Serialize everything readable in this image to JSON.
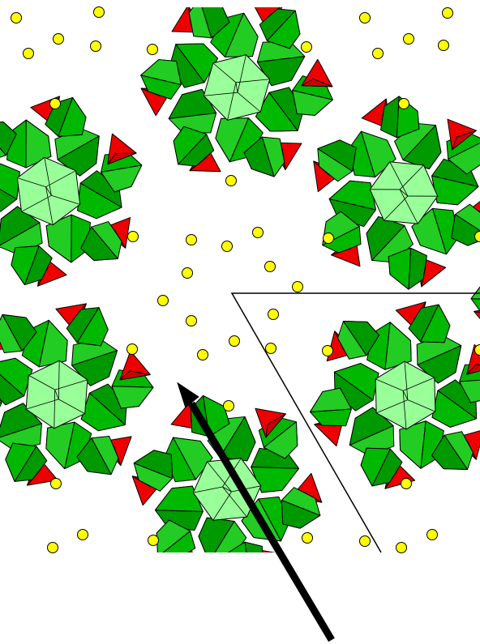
{
  "figure": {
    "colors": {
      "background": "#ffffff",
      "octahedron_dark": "#009900",
      "octahedron_mid": "#00b800",
      "octahedron_bright": "#22cc22",
      "octahedron_light": "#99ff99",
      "tetrahedron": "#ee0000",
      "tetrahedron_dark": "#cc0000",
      "channel_atom": "#ffff00",
      "edge": "#000000",
      "arrow": "#000000",
      "cell_outline": "#000000"
    },
    "icons": {
      "arrow": "arrow-icon",
      "atom": "circle",
      "octahedron": "polygon",
      "tetrahedron": "triangle"
    }
  }
}
